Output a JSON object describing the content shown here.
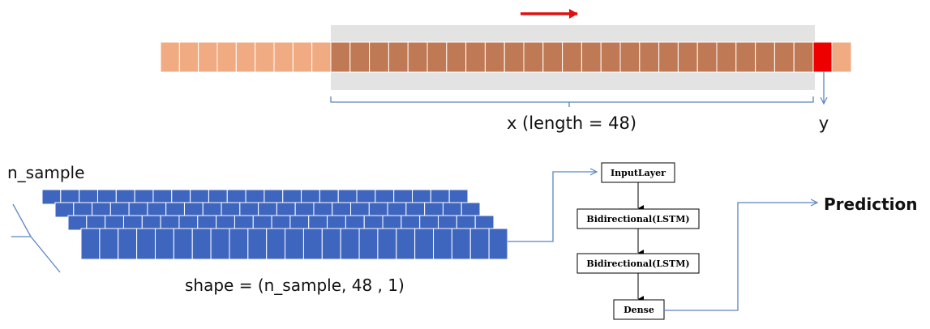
{
  "sequence": {
    "x_label": "x (length = 48)",
    "y_label": "y",
    "colors": {
      "outside": "#f0ab82",
      "window": "#bf7a55",
      "target": "#ee0000",
      "window_bg": "#e3e3e3",
      "arrow": "#e01010",
      "connector": "#5b84c4"
    }
  },
  "samples": {
    "label": "n_sample",
    "shape_label": "shape = (n_sample, 48 , 1)",
    "fill_color": "#3f66bf",
    "stroke_color": "#ffffff"
  },
  "model": {
    "layers": [
      "InputLayer",
      "Bidirectional(LSTM)",
      "Bidirectional(LSTM)",
      "Dense"
    ],
    "output_label": "Prediction"
  }
}
